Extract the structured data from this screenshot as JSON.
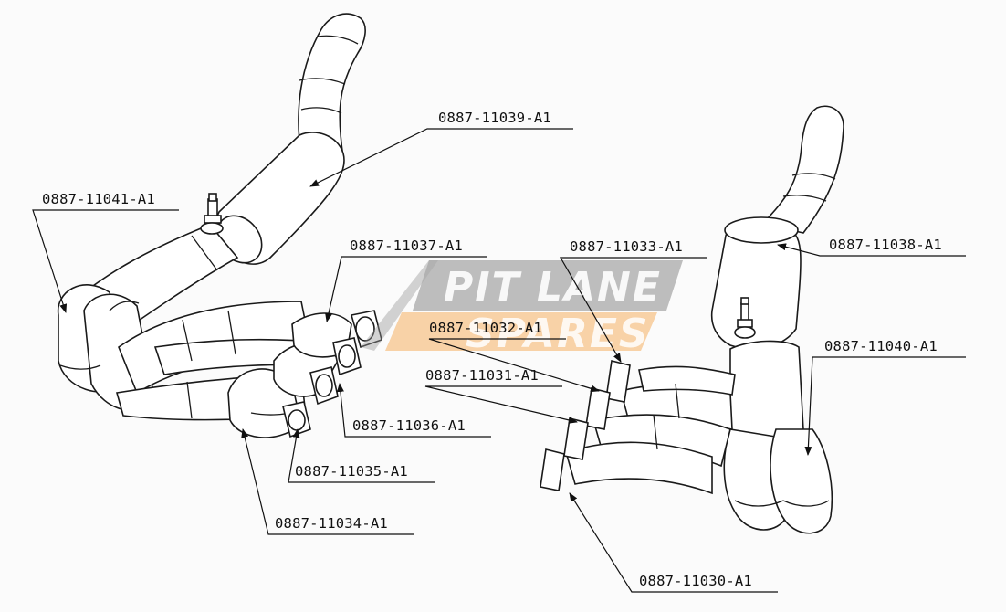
{
  "watermark": {
    "line1": "PIT LANE",
    "line2": "SPARES",
    "accent_color": "#f4a247",
    "base_color": "#9a9a9a"
  },
  "parts": [
    {
      "id": "p11039",
      "number": "0887-11039-A1"
    },
    {
      "id": "p11041",
      "number": "0887-11041-A1"
    },
    {
      "id": "p11037",
      "number": "0887-11037-A1"
    },
    {
      "id": "p11036",
      "number": "0887-11036-A1"
    },
    {
      "id": "p11035",
      "number": "0887-11035-A1"
    },
    {
      "id": "p11034",
      "number": "0887-11034-A1"
    },
    {
      "id": "p11033",
      "number": "0887-11033-A1"
    },
    {
      "id": "p11032",
      "number": "0887-11032-A1"
    },
    {
      "id": "p11031",
      "number": "0887-11031-A1"
    },
    {
      "id": "p11038",
      "number": "0887-11038-A1"
    },
    {
      "id": "p11040",
      "number": "0887-11040-A1"
    },
    {
      "id": "p11030",
      "number": "0887-11030-A1"
    }
  ]
}
